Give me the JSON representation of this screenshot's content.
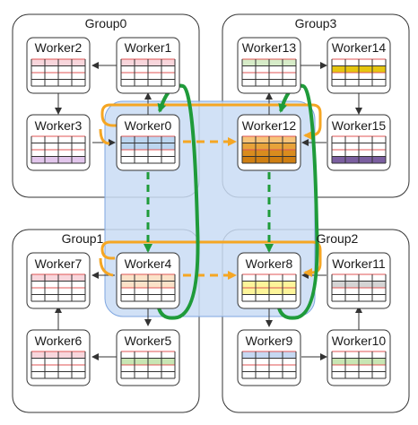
{
  "groups": [
    "Group0",
    "Group3",
    "Group1",
    "Group2"
  ],
  "workers": [
    {
      "name": "Worker0",
      "scheme": "blue"
    },
    {
      "name": "Worker1",
      "scheme": "pink"
    },
    {
      "name": "Worker2",
      "scheme": "pink"
    },
    {
      "name": "Worker3",
      "scheme": "lavender"
    },
    {
      "name": "Worker4",
      "scheme": "peach"
    },
    {
      "name": "Worker5",
      "scheme": "green"
    },
    {
      "name": "Worker6",
      "scheme": "pink"
    },
    {
      "name": "Worker7",
      "scheme": "pink"
    },
    {
      "name": "Worker8",
      "scheme": "yellow"
    },
    {
      "name": "Worker9",
      "scheme": "lightblue"
    },
    {
      "name": "Worker10",
      "scheme": "green"
    },
    {
      "name": "Worker11",
      "scheme": "gray"
    },
    {
      "name": "Worker12",
      "scheme": "orange"
    },
    {
      "name": "Worker13",
      "scheme": "lightgreen"
    },
    {
      "name": "Worker14",
      "scheme": "gold"
    },
    {
      "name": "Worker15",
      "scheme": "purple"
    }
  ],
  "colors": {
    "central_fill": "#c9dcf5",
    "central_stroke": "#7ea6e0",
    "ring_orange": "#f5a623",
    "loop_green": "#1f9b3a",
    "grid_red": "#e05555",
    "grid_dark": "#333333",
    "arrow": "#333333"
  }
}
